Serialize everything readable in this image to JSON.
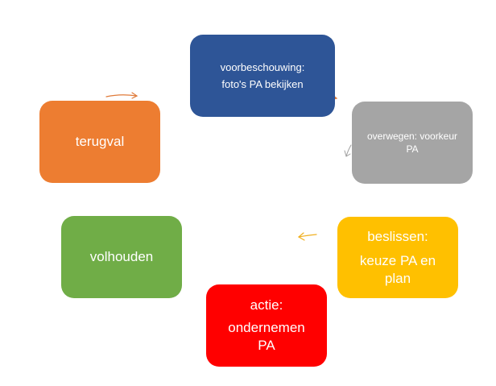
{
  "colors": {
    "voorbeschouwing": "#2E5597",
    "overwegen": "#A5A5A5",
    "beslissen": "#FFC000",
    "actie": "#FF0000",
    "volhouden": "#70AD47",
    "terugval": "#ED7D31",
    "arrow_orange": "#E07B3A",
    "arrow_yellow": "#F0B020",
    "arrow_gray": "#A0A0A0"
  },
  "nodes": {
    "voorbeschouwing": {
      "line1": "voorbeschouwing:",
      "line2": "foto's PA bekijken"
    },
    "overwegen": {
      "line1": "overwegen: voorkeur",
      "line2": "PA"
    },
    "beslissen": {
      "line1": "beslissen:",
      "line2": "keuze PA en",
      "line3": "plan"
    },
    "actie": {
      "line1": "actie:",
      "line2": "ondernemen",
      "line3": "PA"
    },
    "volhouden": {
      "line1": "volhouden"
    },
    "terugval": {
      "line1": "terugval"
    }
  }
}
